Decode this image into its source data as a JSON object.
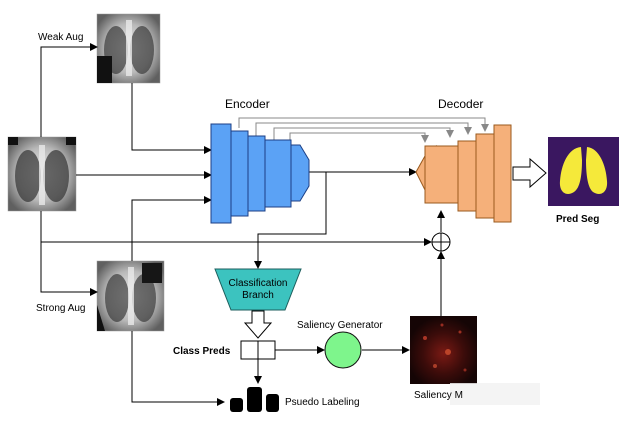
{
  "labels": {
    "weak_aug": "Weak Aug",
    "strong_aug": "Strong Aug",
    "encoder": "Encoder",
    "decoder": "Decoder",
    "pred_seg": "Pred Seg",
    "classification_line1": "Classification",
    "classification_line2": "Branch",
    "saliency_generator": "Saliency Generator",
    "class_preds": "Class Preds",
    "pseudo_labeling": "Psuedo Labeling",
    "saliency_map": "Saliency M"
  },
  "colors": {
    "encoder": "#5ba2f5",
    "decoder": "#f5b07a",
    "classification": "#3cc3bf",
    "saliency_generator": "#7ef58c",
    "seg_bg": "#3a1760",
    "seg_lung": "#f5e93a",
    "saliency_bg": "#1d0808",
    "line": "#000000",
    "skip": "#888888"
  },
  "icons": {
    "sum": "circle-plus-icon",
    "fat_arrow": "block-arrow-icon"
  }
}
